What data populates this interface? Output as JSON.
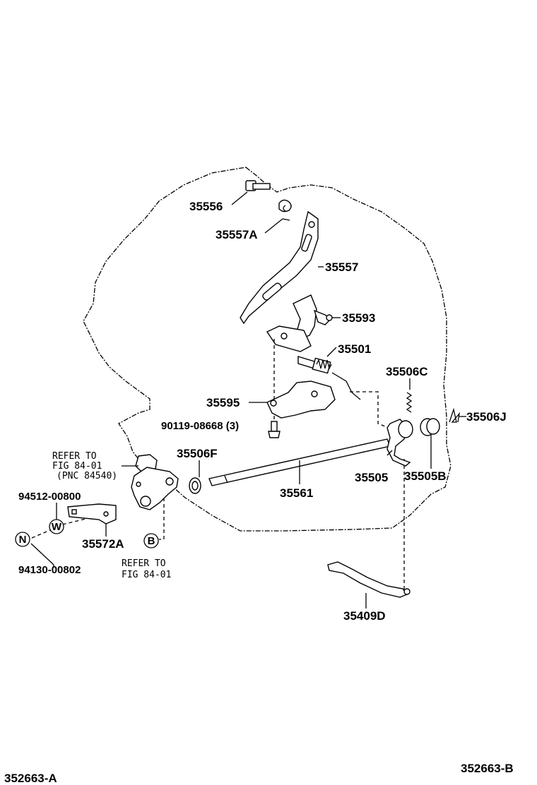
{
  "diagram": {
    "callouts": {
      "p35556": "35556",
      "p35557A": "35557A",
      "p35557": "35557",
      "p35593": "35593",
      "p35501": "35501",
      "p35506C": "35506C",
      "p35506J": "35506J",
      "p35595": "35595",
      "p90119": "90119-08668 (3)",
      "p35506F": "35506F",
      "p35561": "35561",
      "p35505": "35505",
      "p35505B": "35505B",
      "p94512": "94512-00800",
      "p35572A": "35572A",
      "p94130": "94130-00802",
      "p35409D": "35409D"
    },
    "markers": {
      "W": "W",
      "N": "N",
      "B": "B"
    },
    "references": {
      "ref1_line1": "REFER TO",
      "ref1_line2": "FIG 84-01",
      "ref1_line3": "(PNC 84540)",
      "ref2_line1": "REFER TO",
      "ref2_line2": "FIG 84-01"
    },
    "figure_codes": {
      "left": "352663-A",
      "right": "352663-B"
    }
  }
}
